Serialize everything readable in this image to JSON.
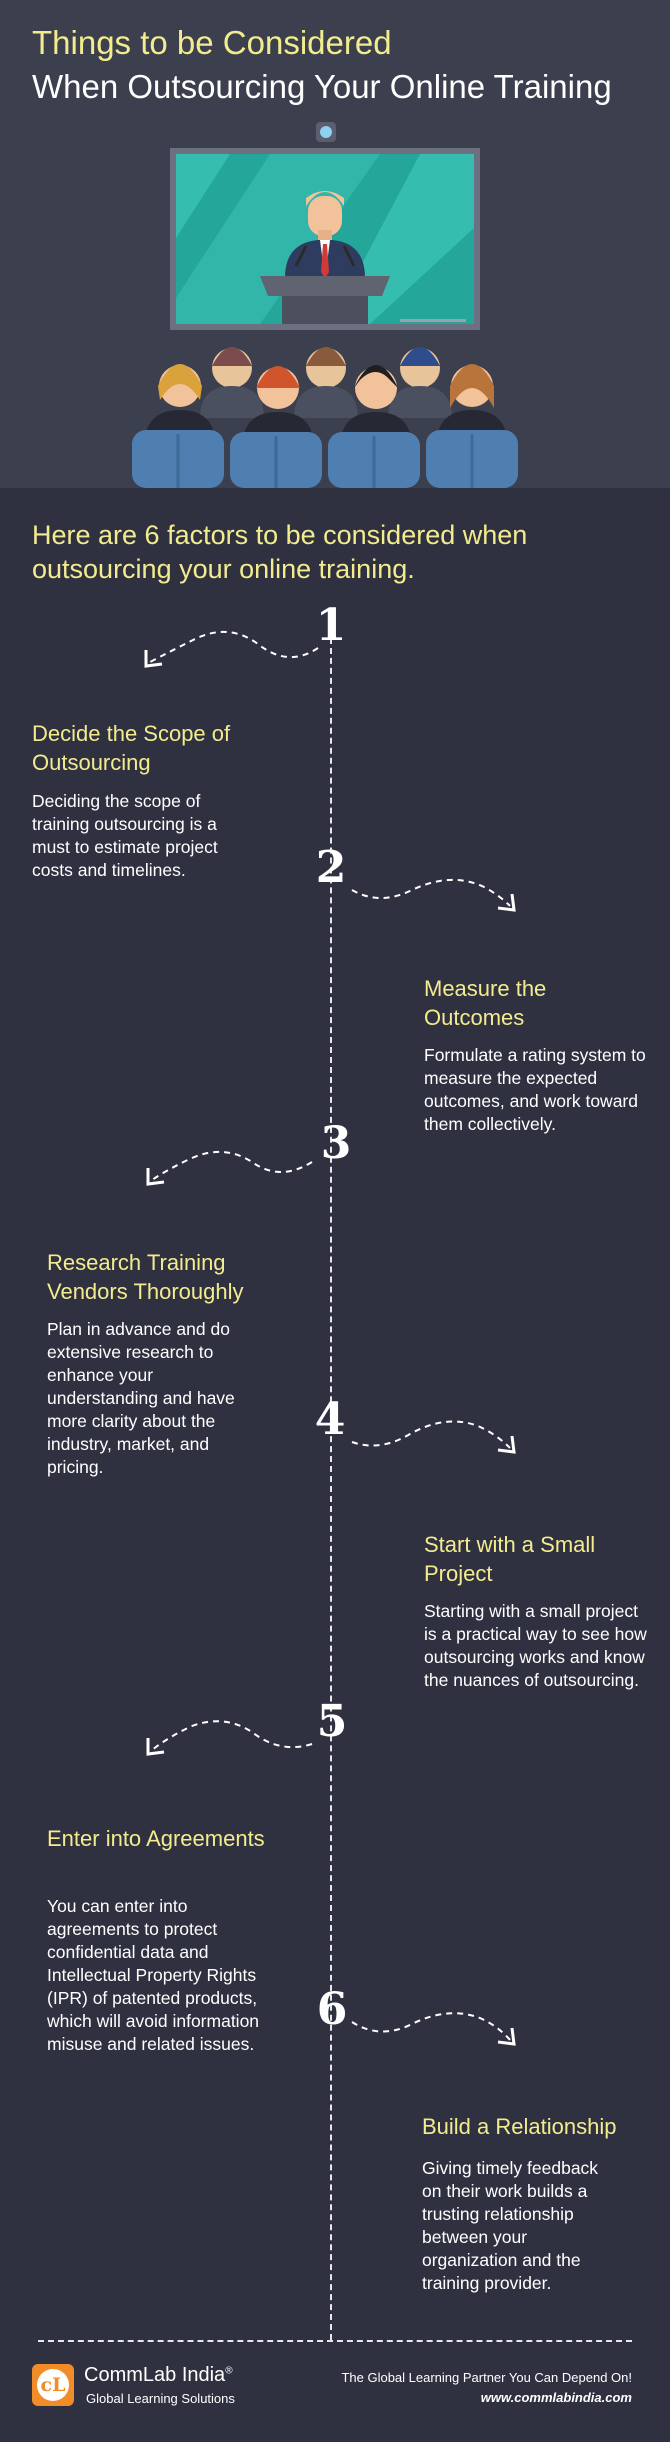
{
  "header": {
    "title_line1": "Things to be Considered",
    "title_line2": "When Outsourcing Your Online Training"
  },
  "intro": "Here are 6 factors to be considered when outsourcing your online training.",
  "steps": [
    {
      "number": "1",
      "title": "Decide the Scope of Outsourcing",
      "text": "Deciding the scope of training outsourcing is a must to estimate project costs and timelines."
    },
    {
      "number": "2",
      "title": "Measure the Outcomes",
      "text": "Formulate a rating system to measure the expected outcomes, and work toward them collectively."
    },
    {
      "number": "3",
      "title": "Research Training Vendors Thoroughly",
      "text": "Plan in advance and do extensive research to enhance your understanding and have more clarity about the industry, market, and pricing."
    },
    {
      "number": "4",
      "title": "Start with a Small Project",
      "text": "Starting with a small project is a practical way to see how outsourcing works and know the nuances of outsourcing."
    },
    {
      "number": "5",
      "title": "Enter into Agreements",
      "text": "You can enter into agreements to protect confidential data and Intellectual Property Rights (IPR) of patented products, which will avoid information misuse and related issues."
    },
    {
      "number": "6",
      "title": "Build a Relationship",
      "text": "Giving timely feedback on their work builds a trusting relationship between your organization and the training provider."
    }
  ],
  "footer": {
    "logo_letters": "cL",
    "brand": "CommLab India",
    "registered": "®",
    "brand_sub": "Global Learning Solutions",
    "tagline": "The Global Learning Partner You Can Depend On!",
    "website": "www.commlabindia.com"
  },
  "colors": {
    "background": "#2f3140",
    "hero_background": "#3c3f4d",
    "accent_yellow": "#f3ec8f",
    "screen_teal": "#2bb3a6",
    "logo_orange": "#f28c28"
  }
}
